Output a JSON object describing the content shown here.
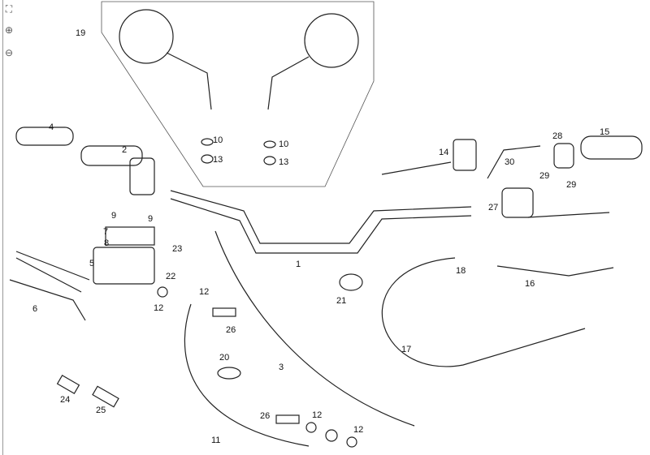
{
  "toolbar": {
    "items": [
      {
        "name": "fit-page-icon",
        "glyph": "⛶"
      },
      {
        "name": "zoom-in-icon",
        "glyph": "⊕"
      },
      {
        "name": "zoom-out-icon",
        "glyph": "⊖"
      }
    ]
  },
  "diagram": {
    "part_labels": [
      "19",
      "4",
      "2",
      "10",
      "13",
      "10",
      "13",
      "14",
      "28",
      "15",
      "30",
      "29",
      "29",
      "27",
      "9",
      "9",
      "7",
      "8",
      "23",
      "5",
      "22",
      "12",
      "12",
      "6",
      "26",
      "1",
      "18",
      "16",
      "21",
      "20",
      "3",
      "17",
      "24",
      "25",
      "26",
      "12",
      "12",
      "11"
    ]
  }
}
